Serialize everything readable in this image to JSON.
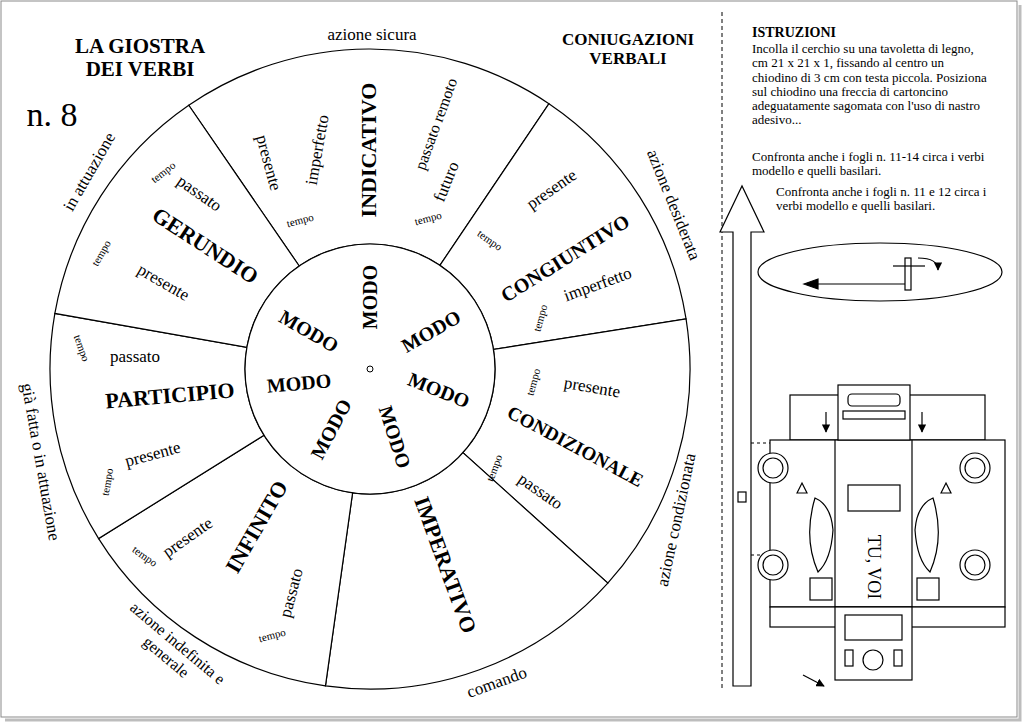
{
  "diagram": {
    "title": "LA GIOSTRA DEI VERBI",
    "nodes": [
      {
        "text": [
          "INDICATIVO",
          "presente",
          "imperfetto",
          "tempo",
          "passato remoto",
          "futuro",
          "tempo"
        ]
      },
      {
        "text": [
          "CONGIUNTIVO",
          "presente",
          "tempo",
          "imperfetto",
          "tempo"
        ]
      },
      {
        "text": [
          "CONDIZIONALE",
          "tempo",
          "presente",
          "tempo",
          "passato"
        ]
      },
      {
        "text": [
          "IMPERATIVO"
        ]
      },
      {
        "text": [
          "INFINITO",
          "tempo",
          "presente",
          "passato",
          "tempo"
        ]
      },
      {
        "text": [
          "PARTICIPIO",
          "tempo",
          "passato",
          "tempo",
          "presente"
        ]
      },
      {
        "text": [
          "GERUNDIO",
          "tempo",
          "passato",
          "tempo",
          "presente"
        ]
      },
      {
        "text": [
          "MODO",
          "MODO",
          "MODO",
          "MODO",
          "MODO",
          "MODO",
          "MODO"
        ]
      }
    ],
    "labels": [
      "n. 8",
      "CONIUGAZIONI VERBALI",
      "azione sicura",
      "azione desiderata",
      "azione condizionata",
      "comando",
      "azione indefinita e generale",
      "già fatta o in attuazione",
      "in attuazione",
      "ISTRUZIONI",
      "Incolla il cerchio su una tavoletta di legno, cm 21 x 21 x 1, fissando al centro un chiodino di 3 cm con testa piccola. Posiziona sul chiodino una freccia di cartoncino adeguatamente sagomata con l'uso di nastro adesivo...",
      "Confronta anche i fogli n. 11-14 circa i verbi modello e quelli basilari.",
      "Confronta anche i fogli n. 11 e 12 circa i verbi modello e quelli basilari.",
      "TU, VOI"
    ]
  }
}
